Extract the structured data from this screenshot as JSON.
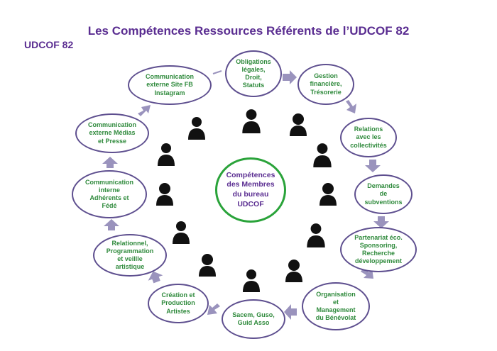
{
  "title": "Les Compétences Ressources Référents de l’UDCOF 82",
  "org_label": "UDCOF 82",
  "center_label": "Compétences\ndes Membres\ndu bureau\nUDCOF",
  "nodes": [
    {
      "label": "Obligations\nlégales,\nDroit,\nStatuts"
    },
    {
      "label": "Gestion\nfinancière,\nTrésorerie"
    },
    {
      "label": "Relations\navec les\ncollectivités"
    },
    {
      "label": "Demandes\nde\nsubventions"
    },
    {
      "label": "Partenariat éco.\nSponsoring,\nRecherche\ndéveloppement"
    },
    {
      "label": "Organisation\net\nManagement\ndu Bénévolat"
    },
    {
      "label": "Sacem, Guso,\nGuid Asso"
    },
    {
      "label": "Création et\nProduction\nArtistes"
    },
    {
      "label": "Relationnel,\nProgrammation\net veillle\nartistique"
    },
    {
      "label": "Communication\ninterne\nAdhérents et\nFédé"
    },
    {
      "label": "Communication\nexterne Médias\net Presse"
    },
    {
      "label": "Communication\nexterne Site FB\nInstagram"
    }
  ],
  "colors": {
    "title": "#5a2d91",
    "node_border": "#5e4f8f",
    "node_text": "#2f8a3c",
    "center_border": "#2aa33a",
    "arrow": "#9a93bd",
    "person": "#111111"
  }
}
